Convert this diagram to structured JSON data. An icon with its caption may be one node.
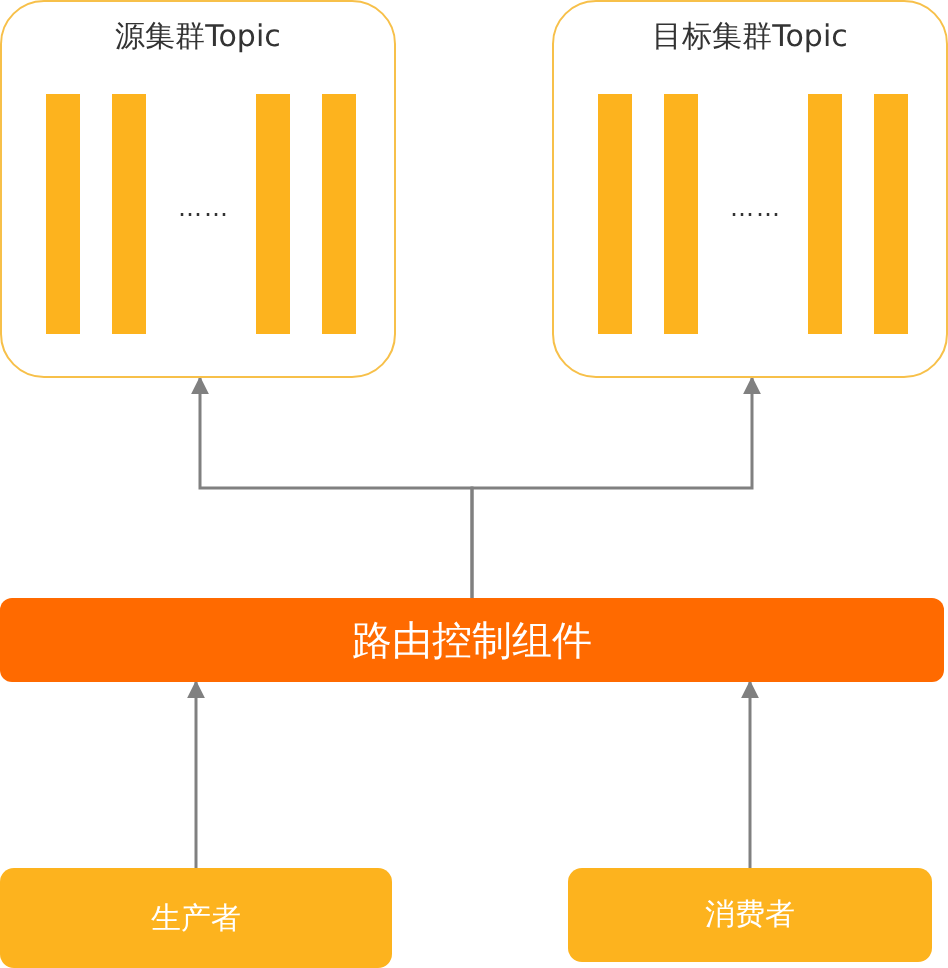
{
  "diagram": {
    "nodes": [
      {
        "text": [
          "源集群Topic",
          "……"
        ]
      },
      {
        "text": [
          "目标集群Topic",
          "……"
        ]
      },
      {
        "text": [
          "路由控制组件"
        ]
      },
      {
        "text": [
          "生产者"
        ]
      },
      {
        "text": [
          "消费者"
        ]
      }
    ],
    "edges": [
      {
        "from": 2,
        "to": 0,
        "arrow": "to"
      },
      {
        "from": 2,
        "to": 1,
        "arrow": "to"
      },
      {
        "from": 3,
        "to": 2,
        "arrow": "to"
      },
      {
        "from": 4,
        "to": 2,
        "arrow": "to"
      }
    ]
  }
}
